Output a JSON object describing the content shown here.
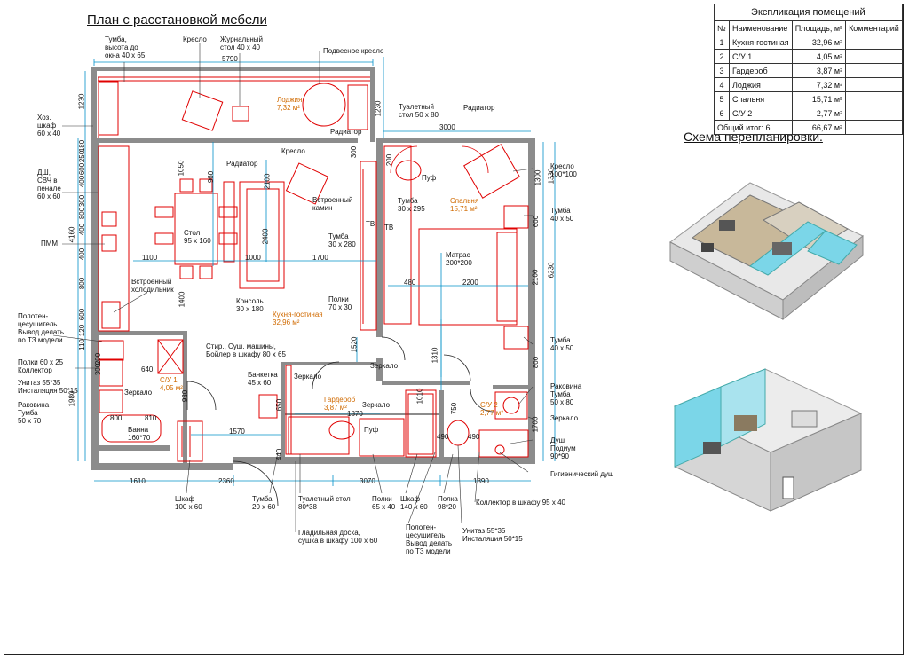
{
  "plan": {
    "title": "План с расстановкой мебели"
  },
  "scheme": {
    "title": "Схема перепланировки."
  },
  "explication": {
    "caption": "Экспликация помещений",
    "headers": [
      "№",
      "Наименование",
      "Площадь, м²",
      "Комментарий"
    ],
    "rows": [
      [
        "1",
        "Кухня-гостиная",
        "32,96 м²",
        ""
      ],
      [
        "2",
        "С/У 1",
        "4,05 м²",
        ""
      ],
      [
        "3",
        "Гардероб",
        "3,87 м²",
        ""
      ],
      [
        "4",
        "Лоджия",
        "7,32 м²",
        ""
      ],
      [
        "5",
        "Спальня",
        "15,71 м²",
        ""
      ],
      [
        "6",
        "С/У 2",
        "2,77 м²",
        ""
      ]
    ],
    "total_label": "Общий итог: 6",
    "total_area": "66,67 м²"
  },
  "rooms": [
    {
      "name": "Лоджия",
      "area": "7,32 м²"
    },
    {
      "name": "Кухня-гостиная",
      "area": "32,96 м²"
    },
    {
      "name": "Спальня",
      "area": "15,71 м²"
    },
    {
      "name": "С/У 1",
      "area": "4,05 м²"
    },
    {
      "name": "Гардероб",
      "area": "3,87 м²"
    },
    {
      "name": "С/У 2",
      "area": "2,77 м²"
    }
  ],
  "labels": [
    "Тумба,\nвысота до\nокна  40 х 65",
    "Кресло",
    "Журнальный\nстол  40 х 40",
    "Подвесное кресло",
    "Туалетный\nстол  50 х 80",
    "Радиатор",
    "Хоз.\nшкаф\n60 х 40",
    "ДШ,\nСВЧ в\nпенале\n60 х 60",
    "ПММ",
    "Встроенный\nхолодильник",
    "Полотен-\nцесушитель\nВывод делать\nпо ТЗ модели",
    "Полки  60 х 25",
    "Коллектор",
    "Унитаз 55*35\nИнсталяция 50*15",
    "Раковина\nТумба\n50 х 70",
    "Радиатор",
    "Кресло",
    "Радиатор",
    "Кресло\n100*100",
    "Пуф",
    "Тумба\n30 х 295",
    "Встроенный\nкамин",
    "Тумба\n30 х 280",
    "Стол\n95 х 160",
    "Консоль\n30 х 180",
    "Полки\n70 х 30",
    "Матрас\n200*200",
    "Тумба\n40 х 50",
    "Тумба\n40 х 50",
    "Стир., Суш. машины,\nБойлер в шкафу  80 х 65",
    "Зеркало",
    "Банкетка\n45 х 60",
    "Зеркало",
    "Зеркало",
    "Зеркало",
    "Пуф",
    "Ванна\n160*70",
    "Раковина\nТумба\n50 х 80",
    "Зеркало",
    "Душ\nПодиум\n90*90",
    "Гигиенический душ",
    "Шкаф\n100 х 60",
    "Тумба\n20 х 60",
    "Туалетный стол\n80*38",
    "Полки\n65 х 40",
    "Шкаф\n140 х 60",
    "Полка\n98*20",
    "Коллектор в шкафу  95 х 40",
    "Гладильная доска,\nсушка в шкафу  100 х 60",
    "Полотен-\nцесушитель\nВывод делать\nпо ТЗ модели",
    "Унитаз 55*35\nИнсталяция 50*15",
    "ТВ",
    "ТВ"
  ],
  "dims": [
    "5790",
    "3000",
    "1230",
    "1230",
    "1050",
    "960",
    "2100",
    "2400",
    "1100",
    "1000",
    "1700",
    "480",
    "2200",
    "2100",
    "1400",
    "1520",
    "1310",
    "1870",
    "1010",
    "750",
    "640",
    "930",
    "810",
    "800",
    "1570",
    "1610",
    "2360",
    "3070",
    "1890",
    "490",
    "490",
    "650",
    "440",
    "1700",
    "800",
    "600",
    "1300",
    "1330",
    "6230",
    "4160",
    "1980",
    "200",
    "300",
    "400",
    "400",
    "800",
    "600",
    "250",
    "180",
    "300",
    "400",
    "600",
    "800",
    "120",
    "110",
    "200",
    "300"
  ],
  "colors": {
    "wall": "#8c8c8c",
    "furniture": "#e00000",
    "room_label": "#d06a00",
    "dimension": "#0090c8",
    "glass": "#7bd6e8"
  },
  "icons": [
    "door-icon",
    "window-icon",
    "isometric-view-icon"
  ]
}
